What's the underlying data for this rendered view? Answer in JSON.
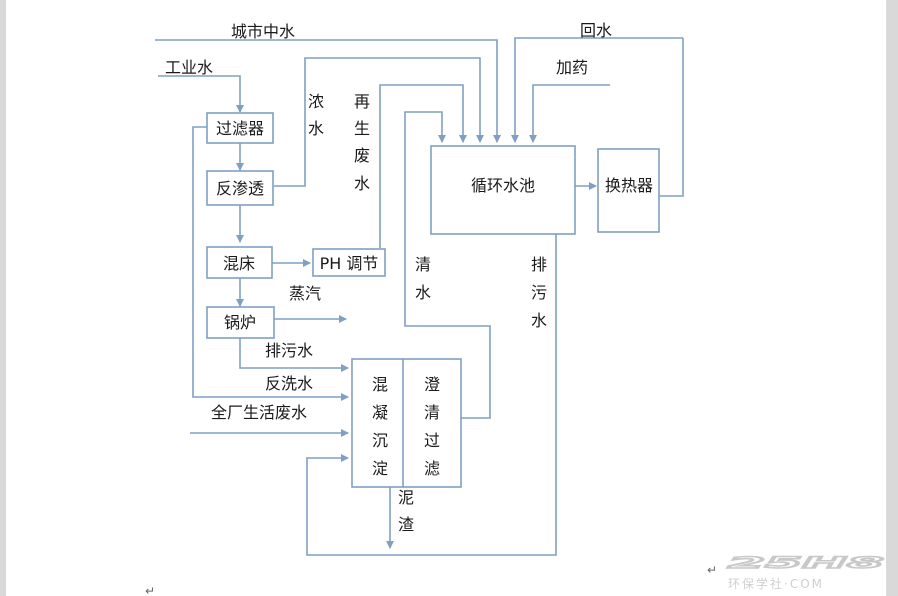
{
  "boxes": {
    "filter": "过滤器",
    "ro": "反渗透",
    "mixed_bed": "混床",
    "ph": "PH 调节",
    "boiler": "锅炉",
    "pool": "循环水池",
    "exchanger": "换热器",
    "coag": [
      "混",
      "凝",
      "沉",
      "淀"
    ],
    "clar": [
      "澄",
      "清",
      "过",
      "滤"
    ]
  },
  "labels": {
    "city_water": "城市中水",
    "industrial_water": "工业水",
    "return_water": "回水",
    "dosing": "加药",
    "conc_water": [
      "浓",
      "水"
    ],
    "regen_waste": [
      "再",
      "生",
      "废",
      "水"
    ],
    "clean_water": [
      "清",
      "水"
    ],
    "blowdown_v": [
      "排",
      "污",
      "水"
    ],
    "steam": "蒸汽",
    "blowdown": "排污水",
    "backwash": "反洗水",
    "domestic_waste": "全厂生活废水",
    "sludge": [
      "泥",
      "渣"
    ]
  },
  "watermark": {
    "logo": "25H8",
    "site": "环保学社·COM"
  },
  "colors": {
    "line": "#7f9fc4",
    "text": "#1a1a1a"
  },
  "paragraph_mark": "↵"
}
